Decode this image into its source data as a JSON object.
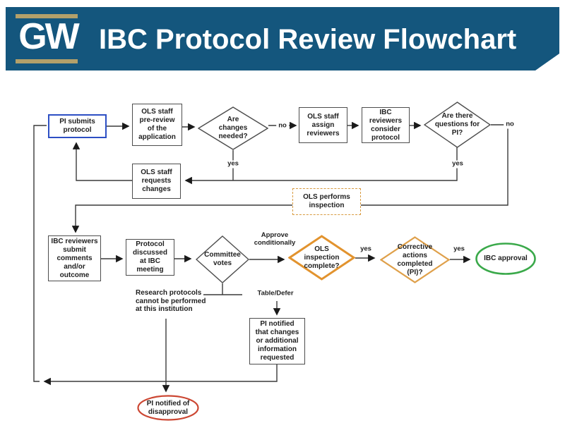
{
  "header": {
    "logo": "GW",
    "title": "IBC Protocol Review Flowchart"
  },
  "nodes": {
    "pi_submits": "PI submits\nprotocol",
    "pre_review": "OLS staff\npre-review\nof the\napplication",
    "changes_needed": "Are\nchanges\nneeded?",
    "assign_reviewers": "OLS staff\nassign\nreviewers",
    "consider_protocol": "IBC\nreviewers\nconsider\nprotocol",
    "questions_for_pi": "Are there\nquestions for\nPI?",
    "requests_changes": "OLS staff\nrequests\nchanges",
    "performs_inspection": "OLS performs\ninspection",
    "reviewers_submit": "IBC reviewers\nsubmit\ncomments\nand/or\noutcome",
    "protocol_discussed": "Protocol\ndiscussed\nat IBC\nmeeting",
    "committee_votes": "Committee\nvotes",
    "ols_inspection_complete": "OLS\ninspection\ncomplete?",
    "corrective_actions": "Corrective\nactions\ncompleted\n(PI)?",
    "ibc_approval": "IBC approval",
    "pi_notified_changes": "PI notified\nthat changes\nor additional\ninformation\nrequested",
    "pi_notified_disapproval": "PI notified of\ndisapproval"
  },
  "edge_labels": {
    "no_changes": "no",
    "yes_changes": "yes",
    "no_questions": "no",
    "yes_questions": "yes",
    "approve_conditionally": "Approve\nconditionally",
    "table_defer": "Table/Defer",
    "research_protocols": "Research protocols\ncannot be performed\nat this institution",
    "yes_inspection": "yes",
    "yes_corrective": "yes"
  },
  "colors": {
    "header_bg": "#14567d",
    "logo_gold": "#b3a06a",
    "line": "#3a3a3a",
    "box_border": "#4d4d4d",
    "pi_submits_border": "#2d4fc4",
    "inspection_orange": "#e2932e",
    "corrective_orange": "#dfa04a",
    "dashed_box_orange": "#d89a3f",
    "approval_green": "#3aa94a",
    "disapproval_red": "#cc4733"
  }
}
